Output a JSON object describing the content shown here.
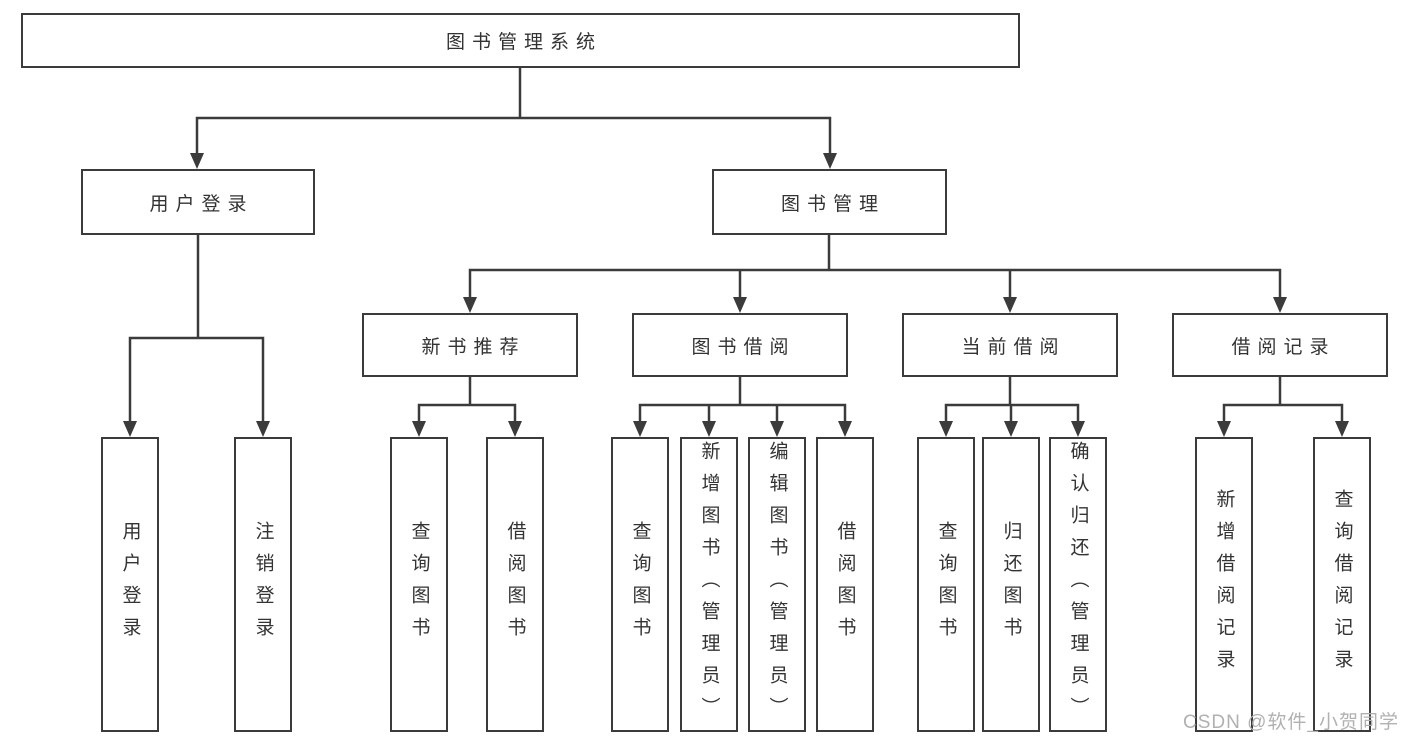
{
  "diagram": {
    "tree": {
      "label": "图书管理系统",
      "children": [
        {
          "label": "用户登录",
          "children": [
            {
              "label": "用户登录"
            },
            {
              "label": "注销登录"
            }
          ]
        },
        {
          "label": "图书管理",
          "children": [
            {
              "label": "新书推荐",
              "children": [
                {
                  "label": "查询图书"
                },
                {
                  "label": "借阅图书"
                }
              ]
            },
            {
              "label": "图书借阅",
              "children": [
                {
                  "label": "查询图书"
                },
                {
                  "label": "新增图书（管理员）"
                },
                {
                  "label": "编辑图书（管理员）"
                },
                {
                  "label": "借阅图书"
                }
              ]
            },
            {
              "label": "当前借阅",
              "children": [
                {
                  "label": "查询图书"
                },
                {
                  "label": "归还图书"
                },
                {
                  "label": "确认归还（管理员）"
                }
              ]
            },
            {
              "label": "借阅记录",
              "children": [
                {
                  "label": "新增借阅记录"
                },
                {
                  "label": "查询借阅记录"
                }
              ]
            }
          ]
        }
      ]
    }
  },
  "watermark": {
    "text": "CSDN @软件_小贺同学"
  },
  "colors": {
    "line": "#3b3b3b",
    "text": "#333333",
    "watermark": "#b2b0b0",
    "background": "#ffffff"
  }
}
